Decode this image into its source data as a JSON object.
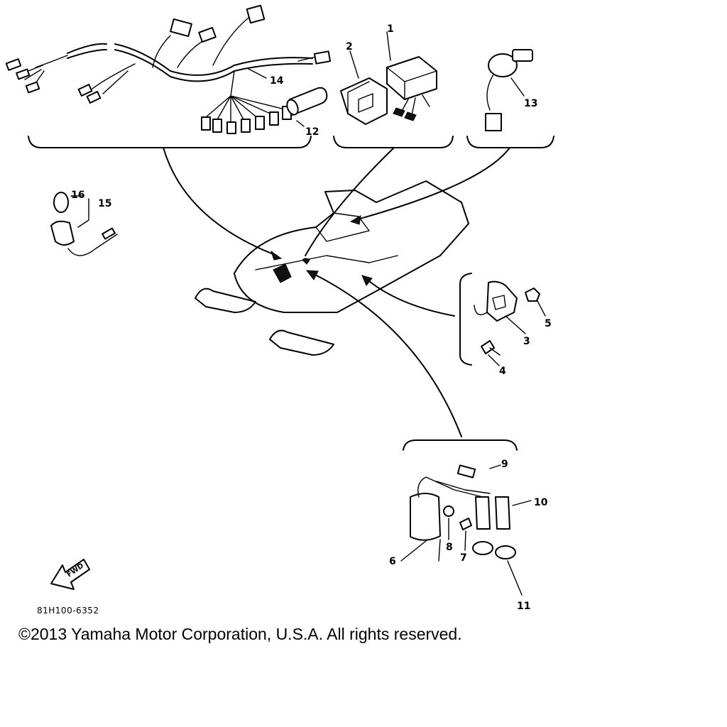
{
  "callouts": {
    "c1": "1",
    "c2": "2",
    "c3": "3",
    "c4": "4",
    "c5": "5",
    "c6": "6",
    "c7": "7",
    "c8": "8",
    "c9": "9",
    "c10": "10",
    "c11": "11",
    "c12": "12",
    "c13": "13",
    "c14": "14",
    "c15": "15",
    "c16": "16"
  },
  "fwd_label": "FWD",
  "diagram_code": "81H100-6352",
  "copyright": "©2013 Yamaha Motor Corporation, U.S.A. All rights reserved."
}
